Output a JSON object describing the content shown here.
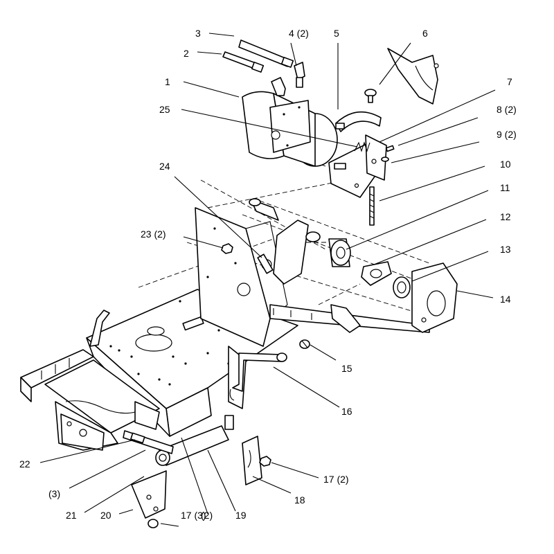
{
  "callouts": [
    {
      "id": "1",
      "text": "1"
    },
    {
      "id": "2",
      "text": "2"
    },
    {
      "id": "3",
      "text": "3"
    },
    {
      "id": "4",
      "text": "4 (2)"
    },
    {
      "id": "5",
      "text": "5"
    },
    {
      "id": "6",
      "text": "6"
    },
    {
      "id": "7",
      "text": "7"
    },
    {
      "id": "8",
      "text": "8 (2)"
    },
    {
      "id": "9",
      "text": "9 (2)"
    },
    {
      "id": "10",
      "text": "10"
    },
    {
      "id": "11",
      "text": "11"
    },
    {
      "id": "12",
      "text": "12"
    },
    {
      "id": "13",
      "text": "13"
    },
    {
      "id": "14",
      "text": "14"
    },
    {
      "id": "15",
      "text": "15"
    },
    {
      "id": "16",
      "text": "16"
    },
    {
      "id": "17a",
      "text": "17 (2)"
    },
    {
      "id": "17b",
      "text": "17 (3)"
    },
    {
      "id": "18",
      "text": "18"
    },
    {
      "id": "19",
      "text": "19"
    },
    {
      "id": "20",
      "text": "20"
    },
    {
      "id": "21",
      "text": "21"
    },
    {
      "id": "22",
      "text": "22"
    },
    {
      "id": "23",
      "text": "23 (2)"
    },
    {
      "id": "24",
      "text": "24"
    },
    {
      "id": "25",
      "text": "25"
    },
    {
      "id": "qty3",
      "text": "(3)"
    },
    {
      "id": "qty2",
      "text": "(2)"
    }
  ]
}
